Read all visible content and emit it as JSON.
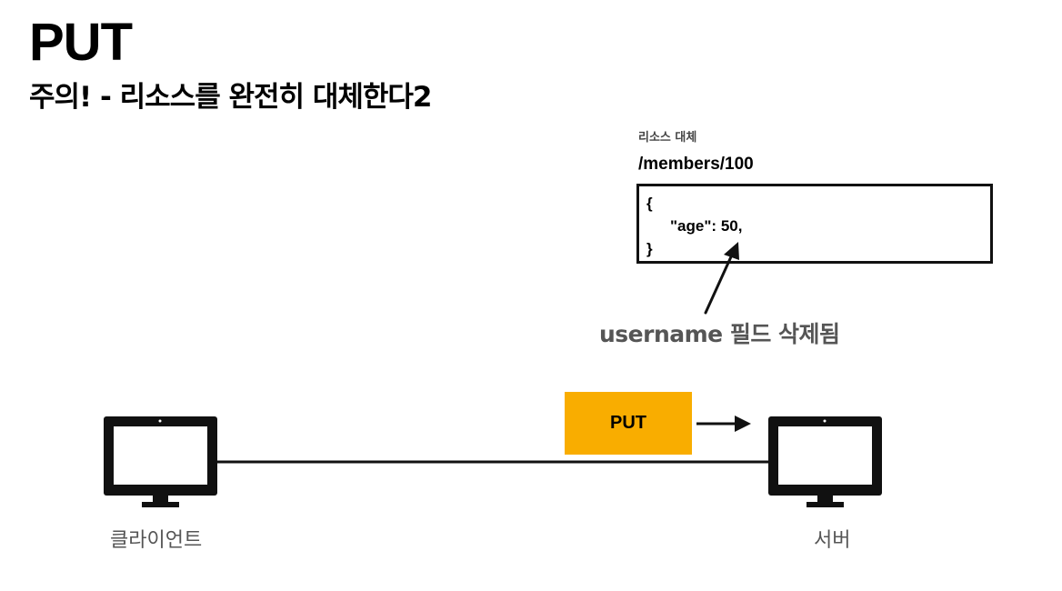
{
  "slide": {
    "title": "PUT",
    "subtitle": "주의! - 리소스를 완전히 대체한다2"
  },
  "resource": {
    "label": "리소스 대체",
    "path": "/members/100",
    "json_open": "{",
    "json_line_key": "\"age\"",
    "json_line_sep": ": ",
    "json_line_value": "50,",
    "json_close": "}"
  },
  "annotation": {
    "text": "username 필드 삭제됨"
  },
  "request": {
    "method": "PUT",
    "color": "#f9ad00"
  },
  "client": {
    "label": "클라이언트",
    "icon": "monitor-icon"
  },
  "server": {
    "label": "서버",
    "icon": "monitor-icon"
  }
}
